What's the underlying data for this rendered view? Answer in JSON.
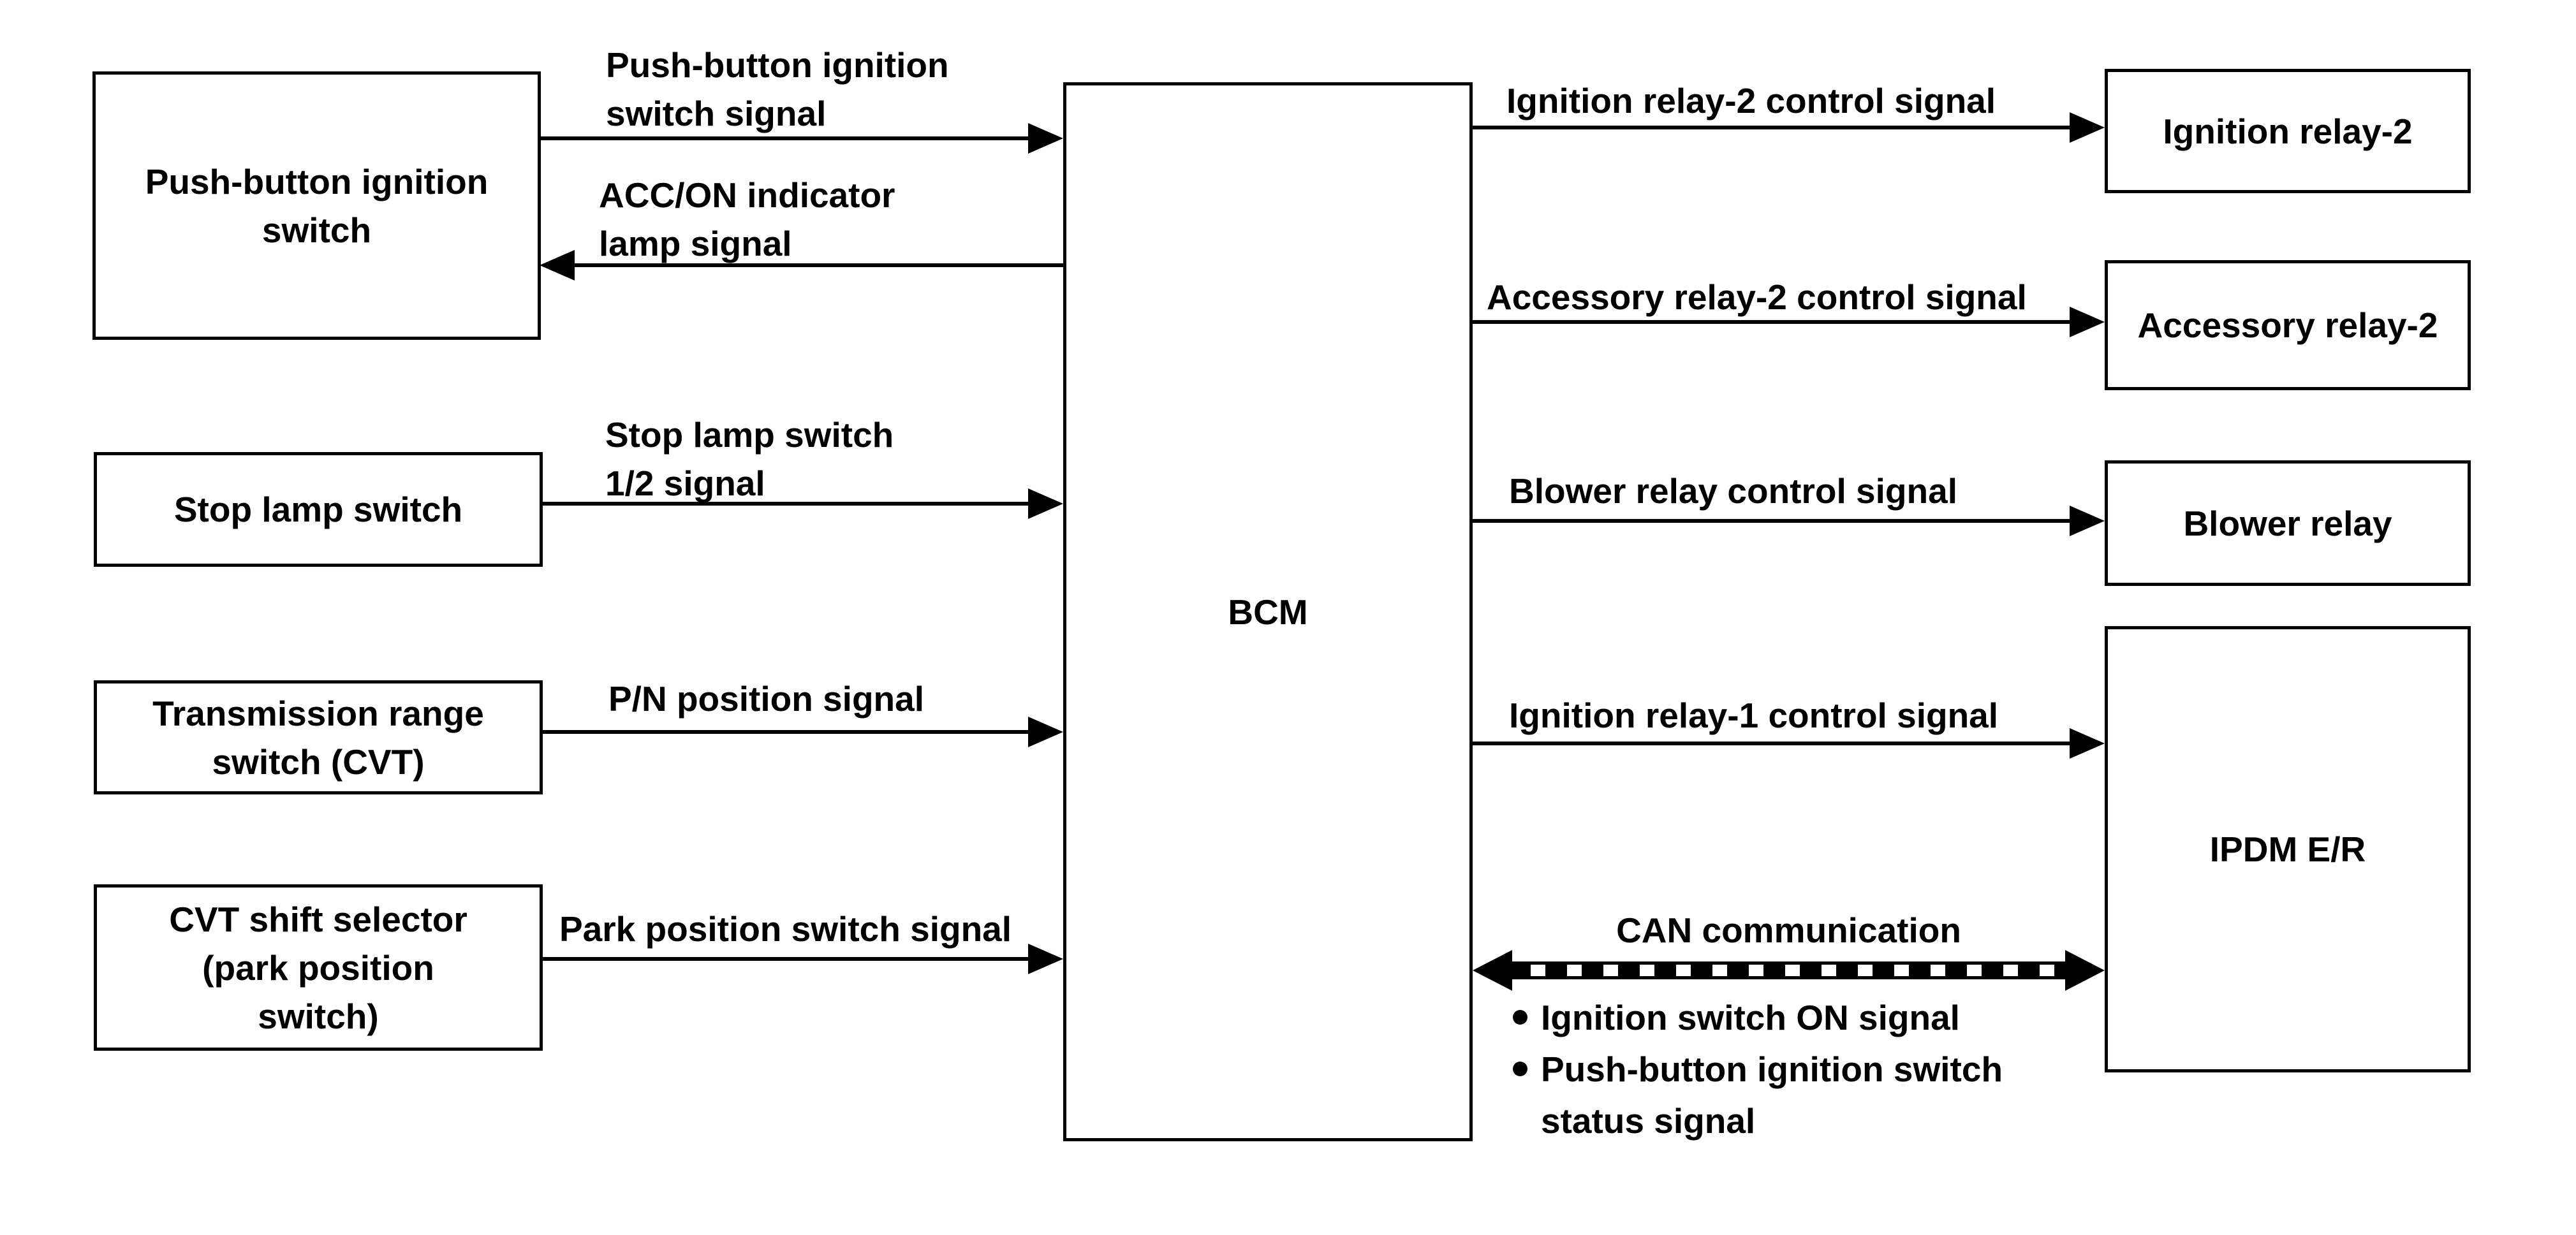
{
  "colors": {
    "line": "#000000",
    "background": "#ffffff"
  },
  "nodes": {
    "push_button_ignition_switch": {
      "lines": [
        "Push-button ignition",
        "switch"
      ]
    },
    "stop_lamp_switch": {
      "lines": [
        "Stop lamp switch"
      ]
    },
    "transmission_range_switch": {
      "lines": [
        "Transmission range",
        "switch (CVT)"
      ]
    },
    "cvt_shift_selector": {
      "lines": [
        "CVT shift selector",
        "(park position",
        "switch)"
      ]
    },
    "bcm": {
      "lines": [
        "BCM"
      ]
    },
    "ignition_relay_2": {
      "lines": [
        "Ignition relay-2"
      ]
    },
    "accessory_relay_2": {
      "lines": [
        "Accessory relay-2"
      ]
    },
    "blower_relay": {
      "lines": [
        "Blower relay"
      ]
    },
    "ipdm_er": {
      "lines": [
        "IPDM E/R"
      ]
    }
  },
  "signals": {
    "push_button_ignition_switch_signal": {
      "lines": [
        "Push-button ignition",
        "switch signal"
      ],
      "direction": "to-bcm"
    },
    "acc_on_indicator_lamp_signal": {
      "lines": [
        "ACC/ON indicator",
        "lamp signal"
      ],
      "direction": "from-bcm"
    },
    "stop_lamp_switch_1_2_signal": {
      "lines": [
        "Stop lamp switch",
        "1/2 signal"
      ],
      "direction": "to-bcm"
    },
    "pn_position_signal": {
      "lines": [
        "P/N position signal"
      ],
      "direction": "to-bcm"
    },
    "park_position_switch_signal": {
      "lines": [
        "Park position switch signal"
      ],
      "direction": "to-bcm"
    },
    "ignition_relay_2_control_signal": {
      "lines": [
        "Ignition relay-2 control signal"
      ],
      "direction": "from-bcm"
    },
    "accessory_relay_2_control_signal": {
      "lines": [
        "Accessory relay-2 control signal"
      ],
      "direction": "from-bcm"
    },
    "blower_relay_control_signal": {
      "lines": [
        "Blower relay control signal"
      ],
      "direction": "from-bcm"
    },
    "ignition_relay_1_control_signal": {
      "lines": [
        "Ignition relay-1 control signal"
      ],
      "direction": "from-bcm"
    },
    "can_communication": {
      "label": "CAN communication",
      "direction": "bidirectional"
    },
    "can_bullets": [
      {
        "lines": [
          "Ignition switch ON signal"
        ]
      },
      {
        "lines": [
          "Push-button ignition switch",
          "status signal"
        ]
      }
    ]
  }
}
